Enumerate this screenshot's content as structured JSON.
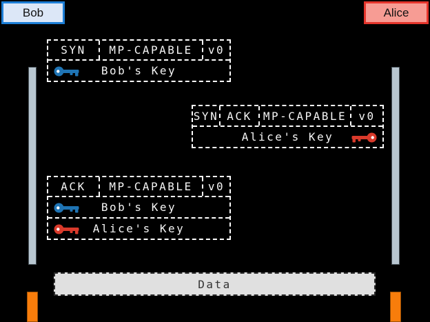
{
  "actors": {
    "bob": {
      "label": "Bob"
    },
    "alice": {
      "label": "Alice"
    }
  },
  "messages": [
    {
      "header": [
        "SYN",
        "MP-CAPABLE",
        "v0"
      ],
      "rows": [
        {
          "label": "Bob's Key",
          "key_icon": "blue-key",
          "key_color": "#1f74b4",
          "key_side": "left"
        }
      ]
    },
    {
      "header": [
        "SYN",
        "ACK",
        "MP-CAPABLE",
        "v0"
      ],
      "rows": [
        {
          "label": "Alice's Key",
          "key_icon": "red-key",
          "key_color": "#d93a2b",
          "key_side": "right"
        }
      ]
    },
    {
      "header": [
        "ACK",
        "MP-CAPABLE",
        "v0"
      ],
      "rows": [
        {
          "label": "Bob's Key",
          "key_icon": "blue-key",
          "key_color": "#1f74b4",
          "key_side": "left"
        },
        {
          "label": "Alice's Key",
          "key_icon": "red-key",
          "key_color": "#d93a2b",
          "key_side": "left"
        }
      ]
    }
  ],
  "data_box": {
    "label": "Data"
  },
  "colors": {
    "background": "#000000",
    "bob_border": "#1c7ed6",
    "bob_fill": "#dce7f7",
    "alice_border": "#e5352c",
    "alice_fill": "#f79c94",
    "lifeline_gray": "#b8c6d0",
    "subflow_orange": "#f87d0b",
    "data_fill": "#e0e0e0",
    "bob_key_blue": "#1f74b4",
    "alice_key_red": "#d93a2b"
  }
}
